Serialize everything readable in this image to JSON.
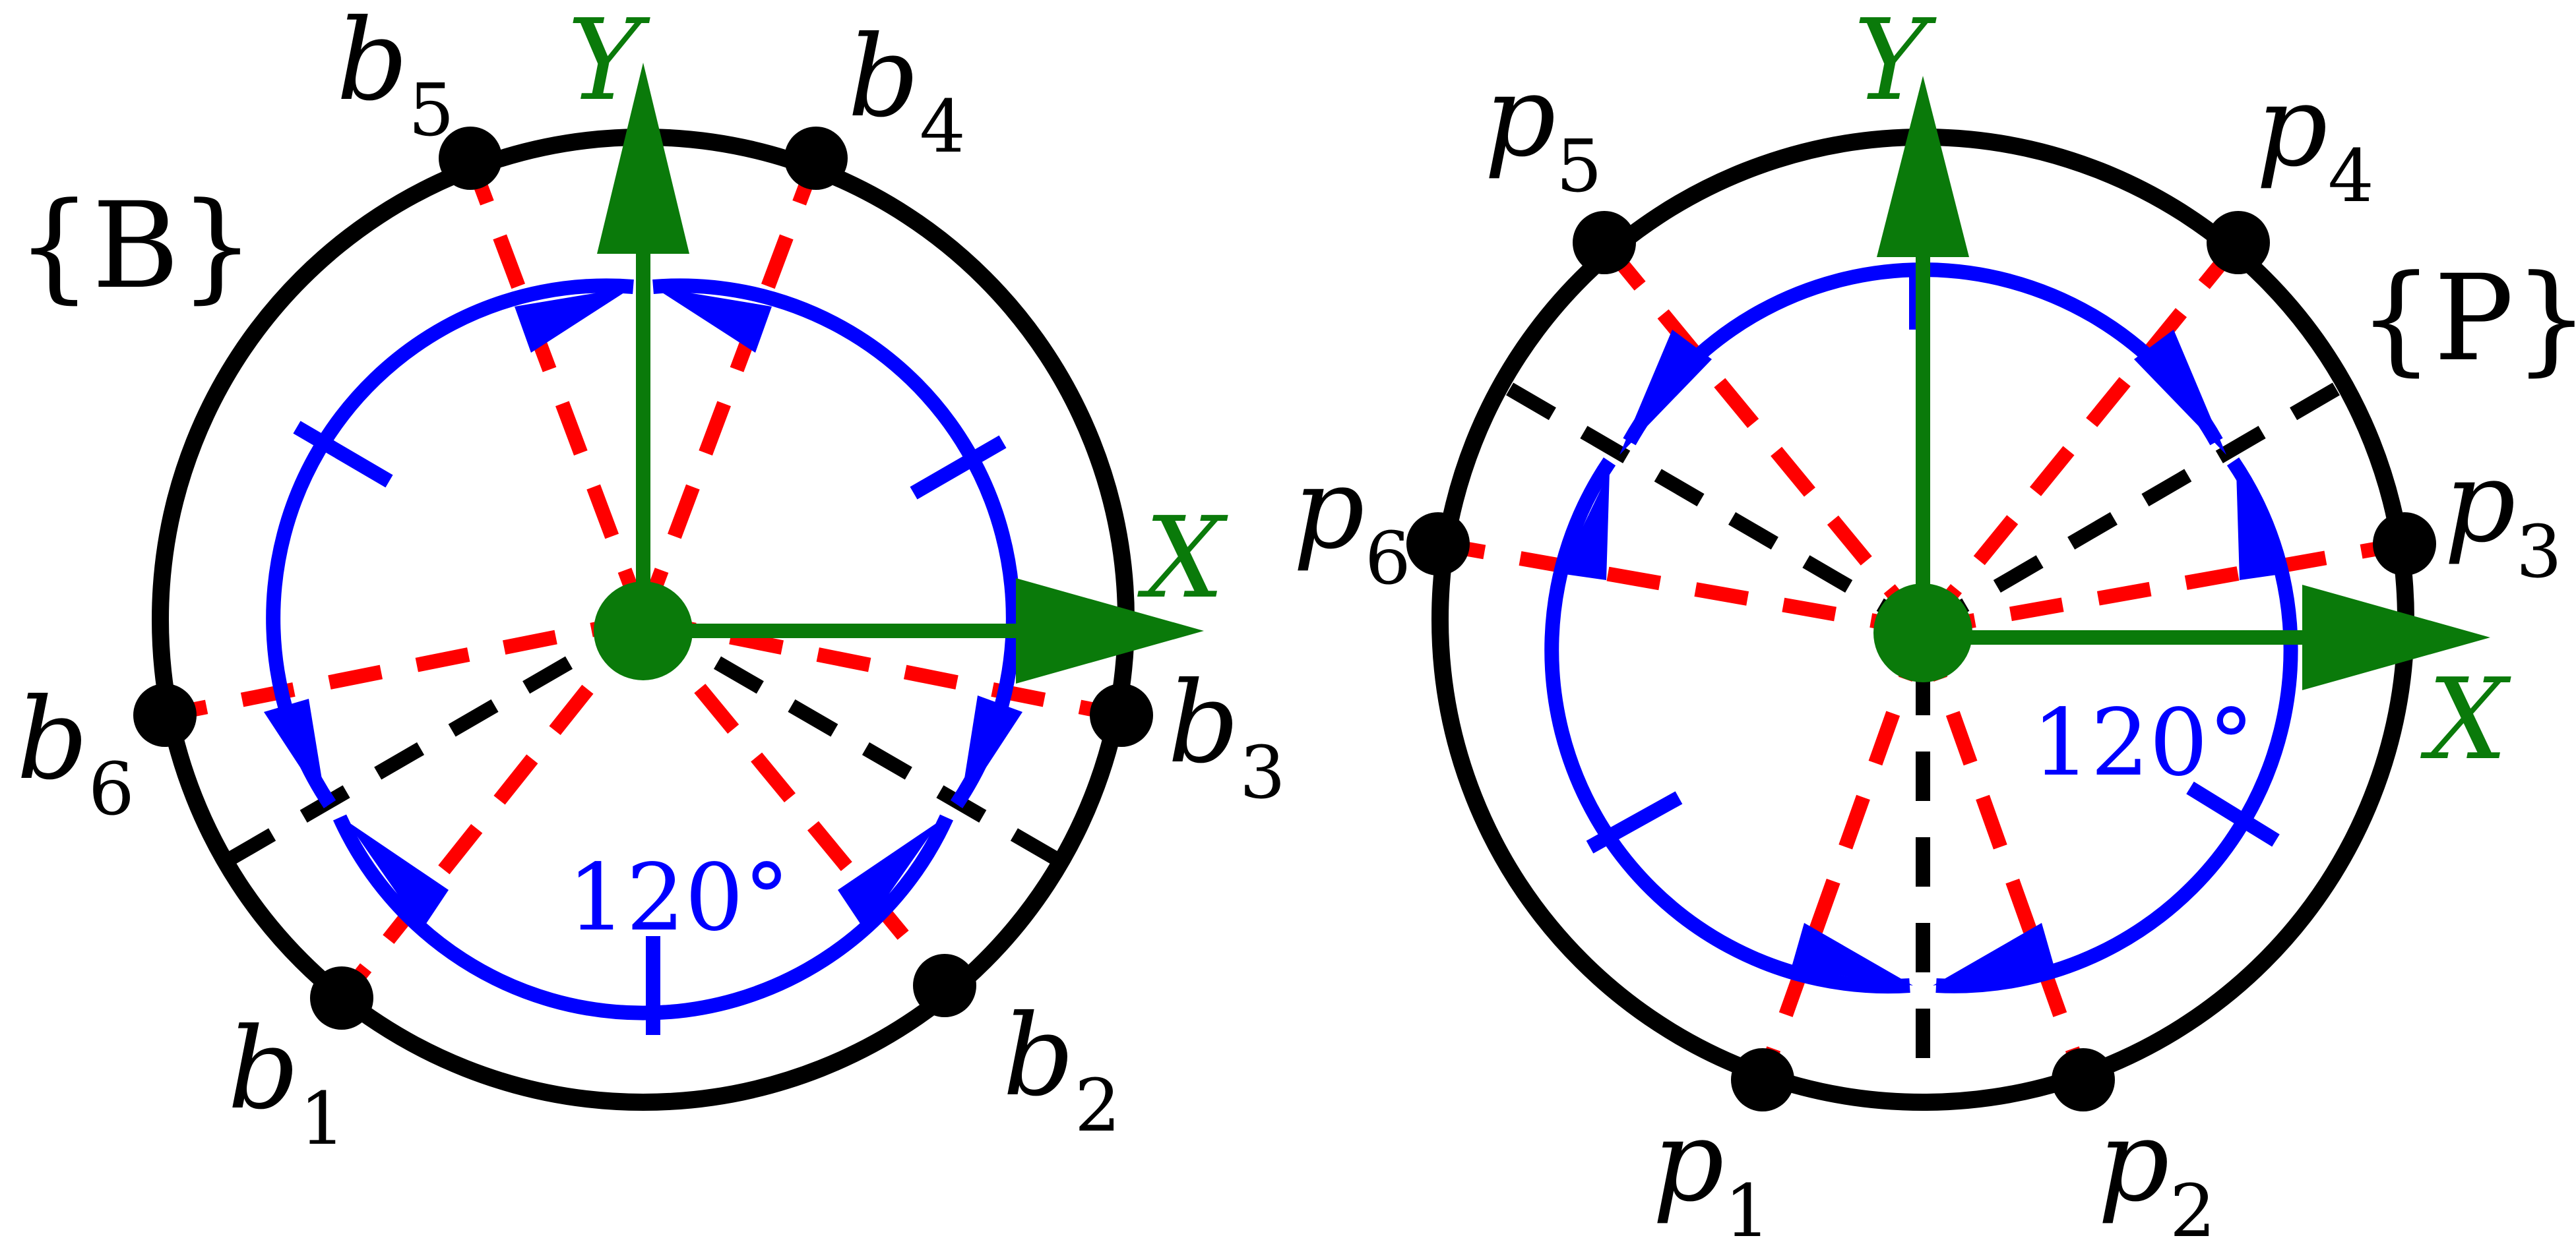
{
  "colors": {
    "circle": "#000000",
    "axis": "#0a7a0a",
    "arc": "#0000ff",
    "ray": "#ff0000",
    "divider": "#000000",
    "origin": "#0a7a0a",
    "point": "#000000"
  },
  "base_panel": {
    "frame_label": "{B}",
    "x_axis_label": "X",
    "y_axis_label": "Y",
    "angle_label": "120°",
    "points": [
      {
        "letter": "b",
        "index": "1"
      },
      {
        "letter": "b",
        "index": "2"
      },
      {
        "letter": "b",
        "index": "3"
      },
      {
        "letter": "b",
        "index": "4"
      },
      {
        "letter": "b",
        "index": "5"
      },
      {
        "letter": "b",
        "index": "6"
      }
    ]
  },
  "platform_panel": {
    "frame_label": "{P}",
    "x_axis_label": "X",
    "y_axis_label": "Y",
    "angle_label": "120°",
    "points": [
      {
        "letter": "p",
        "index": "1"
      },
      {
        "letter": "p",
        "index": "2"
      },
      {
        "letter": "p",
        "index": "3"
      },
      {
        "letter": "p",
        "index": "4"
      },
      {
        "letter": "p",
        "index": "5"
      },
      {
        "letter": "p",
        "index": "6"
      }
    ]
  }
}
